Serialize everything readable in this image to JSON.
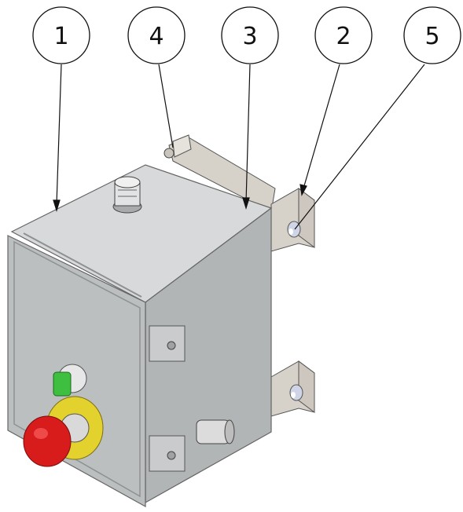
{
  "balloons": [
    "1",
    "4",
    "3",
    "2",
    "5"
  ],
  "colors": {
    "enclosure": "#b9bcbd",
    "enclosure_dark": "#8e9192",
    "enclosure_light": "#d7d9da",
    "bracket": "#d6d1c9",
    "estop_red": "#d81b1b",
    "estop_ring": "#e3d12e",
    "selector_green": "#3fbf3f",
    "leader": "#111111"
  }
}
